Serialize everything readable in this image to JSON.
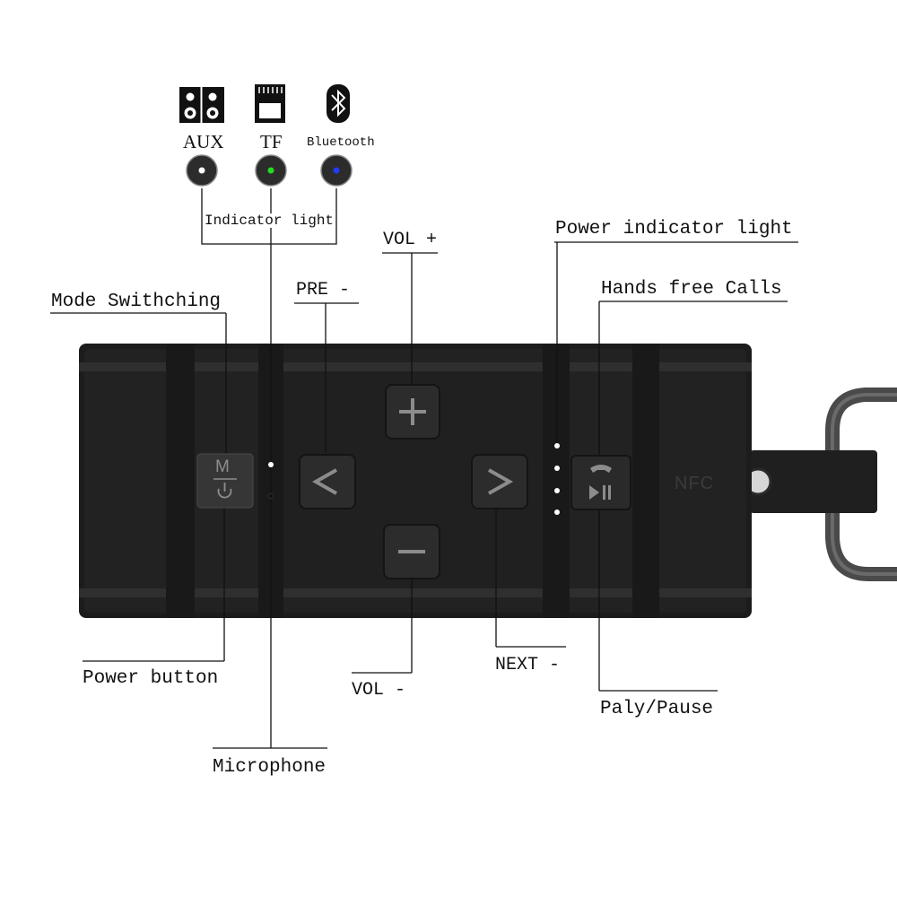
{
  "indicators": [
    {
      "label": "AUX",
      "icon": "speaker-icon",
      "led_color": "#ffffff"
    },
    {
      "label": "TF",
      "icon": "sd-card-icon",
      "led_color": "#22dd22"
    },
    {
      "label": "Bluetooth",
      "icon": "bluetooth-icon",
      "led_color": "#1f3cff"
    }
  ],
  "labels": {
    "indicator_light": "Indicator light",
    "vol_plus": "VOL +",
    "power_indicator_light": "Power indicator light",
    "mode_switching": "Mode Swithching",
    "pre": "PRE -",
    "hands_free_calls": "Hands free Calls",
    "power_button": "Power button",
    "vol_minus": "VOL -",
    "next": "NEXT -",
    "play_pause": "Paly/Pause",
    "microphone": "Microphone"
  },
  "device": {
    "nfc_label": "NFC",
    "mode_button_letter": "M",
    "body_color": "#1e1e1e"
  }
}
